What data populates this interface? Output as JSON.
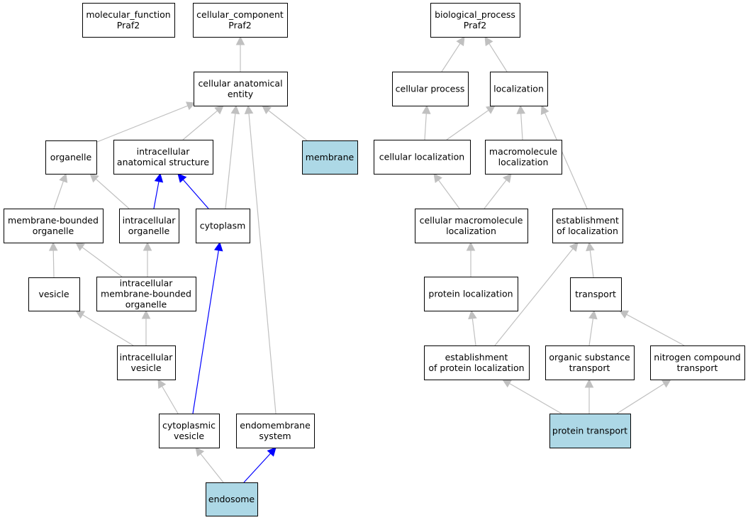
{
  "colors": {
    "node_fill": "#ffffff",
    "highlight_fill": "#add8e6",
    "edge_default": "#c0c0c0",
    "edge_highlight": "#0000ff",
    "border": "#000000"
  },
  "nodes": [
    {
      "id": "molecular_function",
      "lines": [
        "molecular_function",
        "Praf2"
      ],
      "highlight": false
    },
    {
      "id": "cellular_component",
      "lines": [
        "cellular_component",
        "Praf2"
      ],
      "highlight": false
    },
    {
      "id": "biological_process",
      "lines": [
        "biological_process",
        "Praf2"
      ],
      "highlight": false
    },
    {
      "id": "cellular_anatomical_entity",
      "lines": [
        "cellular anatomical",
        "entity"
      ],
      "highlight": false
    },
    {
      "id": "cellular_process",
      "lines": [
        "cellular process"
      ],
      "highlight": false
    },
    {
      "id": "localization",
      "lines": [
        "localization"
      ],
      "highlight": false
    },
    {
      "id": "organelle",
      "lines": [
        "organelle"
      ],
      "highlight": false
    },
    {
      "id": "intracellular_anatomical_structure",
      "lines": [
        "intracellular",
        "anatomical structure"
      ],
      "highlight": false
    },
    {
      "id": "membrane",
      "lines": [
        "membrane"
      ],
      "highlight": true
    },
    {
      "id": "cellular_localization",
      "lines": [
        "cellular localization"
      ],
      "highlight": false
    },
    {
      "id": "macromolecule_localization",
      "lines": [
        "macromolecule",
        "localization"
      ],
      "highlight": false
    },
    {
      "id": "membrane_bounded_organelle",
      "lines": [
        "membrane-bounded",
        "organelle"
      ],
      "highlight": false
    },
    {
      "id": "intracellular_organelle",
      "lines": [
        "intracellular",
        "organelle"
      ],
      "highlight": false
    },
    {
      "id": "cytoplasm",
      "lines": [
        "cytoplasm"
      ],
      "highlight": false
    },
    {
      "id": "cellular_macromolecule_localization",
      "lines": [
        "cellular macromolecule",
        "localization"
      ],
      "highlight": false
    },
    {
      "id": "establishment_of_localization",
      "lines": [
        "establishment",
        "of localization"
      ],
      "highlight": false
    },
    {
      "id": "vesicle",
      "lines": [
        "vesicle"
      ],
      "highlight": false
    },
    {
      "id": "intracellular_membrane_bounded_organelle",
      "lines": [
        "intracellular",
        "membrane-bounded",
        "organelle"
      ],
      "highlight": false
    },
    {
      "id": "protein_localization",
      "lines": [
        "protein localization"
      ],
      "highlight": false
    },
    {
      "id": "transport",
      "lines": [
        "transport"
      ],
      "highlight": false
    },
    {
      "id": "intracellular_vesicle",
      "lines": [
        "intracellular",
        "vesicle"
      ],
      "highlight": false
    },
    {
      "id": "establishment_of_protein_localization",
      "lines": [
        "establishment",
        "of protein localization"
      ],
      "highlight": false
    },
    {
      "id": "organic_substance_transport",
      "lines": [
        "organic substance",
        "transport"
      ],
      "highlight": false
    },
    {
      "id": "nitrogen_compound_transport",
      "lines": [
        "nitrogen compound",
        "transport"
      ],
      "highlight": false
    },
    {
      "id": "cytoplasmic_vesicle",
      "lines": [
        "cytoplasmic",
        "vesicle"
      ],
      "highlight": false
    },
    {
      "id": "endomembrane_system",
      "lines": [
        "endomembrane",
        "system"
      ],
      "highlight": false
    },
    {
      "id": "endosome",
      "lines": [
        "endosome"
      ],
      "highlight": true
    },
    {
      "id": "protein_transport",
      "lines": [
        "protein transport"
      ],
      "highlight": true
    }
  ],
  "edges": [
    {
      "from": "cellular_anatomical_entity",
      "to": "cellular_component",
      "highlight": false
    },
    {
      "from": "cellular_process",
      "to": "biological_process",
      "highlight": false
    },
    {
      "from": "localization",
      "to": "biological_process",
      "highlight": false
    },
    {
      "from": "organelle",
      "to": "cellular_anatomical_entity",
      "highlight": false
    },
    {
      "from": "intracellular_anatomical_structure",
      "to": "cellular_anatomical_entity",
      "highlight": false
    },
    {
      "from": "cytoplasm",
      "to": "cellular_anatomical_entity",
      "highlight": false
    },
    {
      "from": "endomembrane_system",
      "to": "cellular_anatomical_entity",
      "highlight": false
    },
    {
      "from": "membrane",
      "to": "cellular_anatomical_entity",
      "highlight": false
    },
    {
      "from": "cellular_localization",
      "to": "cellular_process",
      "highlight": false
    },
    {
      "from": "cellular_localization",
      "to": "localization",
      "highlight": false
    },
    {
      "from": "macromolecule_localization",
      "to": "localization",
      "highlight": false
    },
    {
      "from": "establishment_of_localization",
      "to": "localization",
      "highlight": false
    },
    {
      "from": "membrane_bounded_organelle",
      "to": "organelle",
      "highlight": false
    },
    {
      "from": "intracellular_organelle",
      "to": "organelle",
      "highlight": false
    },
    {
      "from": "intracellular_organelle",
      "to": "intracellular_anatomical_structure",
      "highlight": true
    },
    {
      "from": "cytoplasm",
      "to": "intracellular_anatomical_structure",
      "highlight": true
    },
    {
      "from": "cellular_macromolecule_localization",
      "to": "cellular_localization",
      "highlight": false
    },
    {
      "from": "cellular_macromolecule_localization",
      "to": "macromolecule_localization",
      "highlight": false
    },
    {
      "from": "vesicle",
      "to": "membrane_bounded_organelle",
      "highlight": false
    },
    {
      "from": "intracellular_membrane_bounded_organelle",
      "to": "membrane_bounded_organelle",
      "highlight": false
    },
    {
      "from": "intracellular_membrane_bounded_organelle",
      "to": "intracellular_organelle",
      "highlight": false
    },
    {
      "from": "protein_localization",
      "to": "cellular_macromolecule_localization",
      "highlight": false
    },
    {
      "from": "transport",
      "to": "establishment_of_localization",
      "highlight": false
    },
    {
      "from": "intracellular_vesicle",
      "to": "vesicle",
      "highlight": false
    },
    {
      "from": "intracellular_vesicle",
      "to": "intracellular_membrane_bounded_organelle",
      "highlight": false
    },
    {
      "from": "establishment_of_protein_localization",
      "to": "protein_localization",
      "highlight": false
    },
    {
      "from": "establishment_of_protein_localization",
      "to": "establishment_of_localization",
      "highlight": false
    },
    {
      "from": "organic_substance_transport",
      "to": "transport",
      "highlight": false
    },
    {
      "from": "nitrogen_compound_transport",
      "to": "transport",
      "highlight": false
    },
    {
      "from": "cytoplasmic_vesicle",
      "to": "intracellular_vesicle",
      "highlight": false
    },
    {
      "from": "cytoplasmic_vesicle",
      "to": "cytoplasm",
      "highlight": true
    },
    {
      "from": "endosome",
      "to": "cytoplasmic_vesicle",
      "highlight": false
    },
    {
      "from": "endosome",
      "to": "endomembrane_system",
      "highlight": true
    },
    {
      "from": "protein_transport",
      "to": "establishment_of_protein_localization",
      "highlight": false
    },
    {
      "from": "protein_transport",
      "to": "organic_substance_transport",
      "highlight": false
    },
    {
      "from": "protein_transport",
      "to": "nitrogen_compound_transport",
      "highlight": false
    }
  ]
}
